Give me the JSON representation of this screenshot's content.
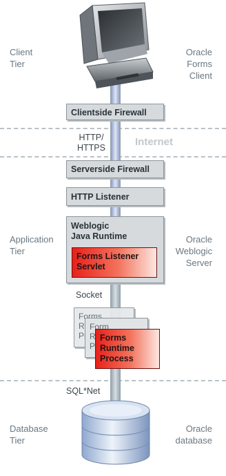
{
  "tiers": {
    "client": {
      "left_lines": [
        "Client",
        "Tier"
      ],
      "right_lines": [
        "Oracle",
        "Forms",
        "Client"
      ]
    },
    "application": {
      "left_lines": [
        "Application",
        "Tier"
      ],
      "right_lines": [
        "Oracle",
        "Weblogic",
        "Server"
      ]
    },
    "database": {
      "left_lines": [
        "Database",
        "Tier"
      ],
      "right_lines": [
        "Oracle",
        "database"
      ]
    }
  },
  "boxes": {
    "clientside_firewall": "Clientside Firewall",
    "serverside_firewall": "Serverside Firewall",
    "http_listener": "HTTP Listener",
    "weblogic_runtime_lines": [
      "Weblogic",
      "Java Runtime"
    ],
    "forms_listener_servlet_lines": [
      "Forms Listener",
      "Servlet"
    ],
    "forms_runtime_process_lines": [
      "Forms",
      "Runtime",
      "Process"
    ],
    "stacked_forms_back_lines": [
      "Forms",
      "Ru",
      "Pr"
    ],
    "stacked_forms_mid_lines": [
      "Form",
      "R",
      "P"
    ]
  },
  "connectors": {
    "http_lines": [
      "HTTP/",
      "HTTPS"
    ],
    "internet": "Internet",
    "socket": "Socket",
    "sqlnet": "SQL*Net"
  },
  "colors": {
    "pipe": "#b7c4e0",
    "runtime_red": "#e8201a",
    "box_gray": "#d6dadd",
    "divider": "#b9c1c6"
  }
}
